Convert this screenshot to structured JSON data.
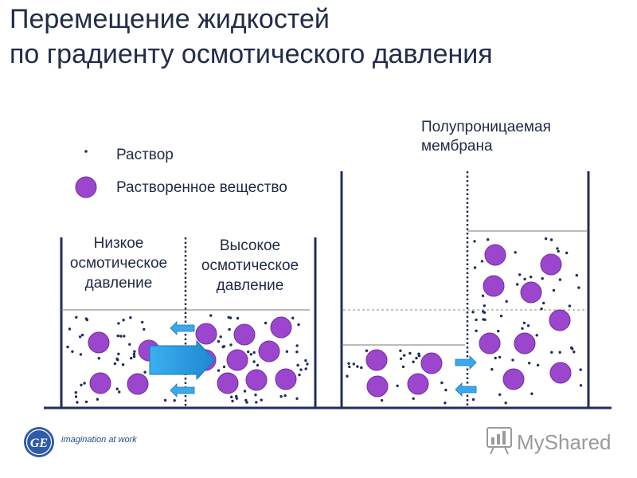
{
  "title": {
    "line1": "Перемещение жидкостей",
    "line2": "по градиенту осмотического давления"
  },
  "legend": {
    "solvent": "Раствор",
    "solute": "Растворенное вещество"
  },
  "left_panel": {
    "low_pressure": [
      "Низкое",
      "осмотическое",
      "давление"
    ],
    "high_pressure": [
      "Высокое",
      "осмотическое",
      "давление"
    ]
  },
  "right_panel": {
    "membrane": [
      "Полупроницаемая",
      "мембрана"
    ]
  },
  "footer": {
    "ge_logo_text": "GE",
    "ge_tagline": "imagination at work",
    "watermark": "MyShared"
  },
  "colors": {
    "solute": "#9b46cc",
    "solute_stroke": "#6e2ea0",
    "solvent": "#1f2d5c",
    "wall": "#1f2d5c",
    "arrow": "#2f9be0",
    "text": "#1f2a44",
    "title": "#222c4a"
  }
}
